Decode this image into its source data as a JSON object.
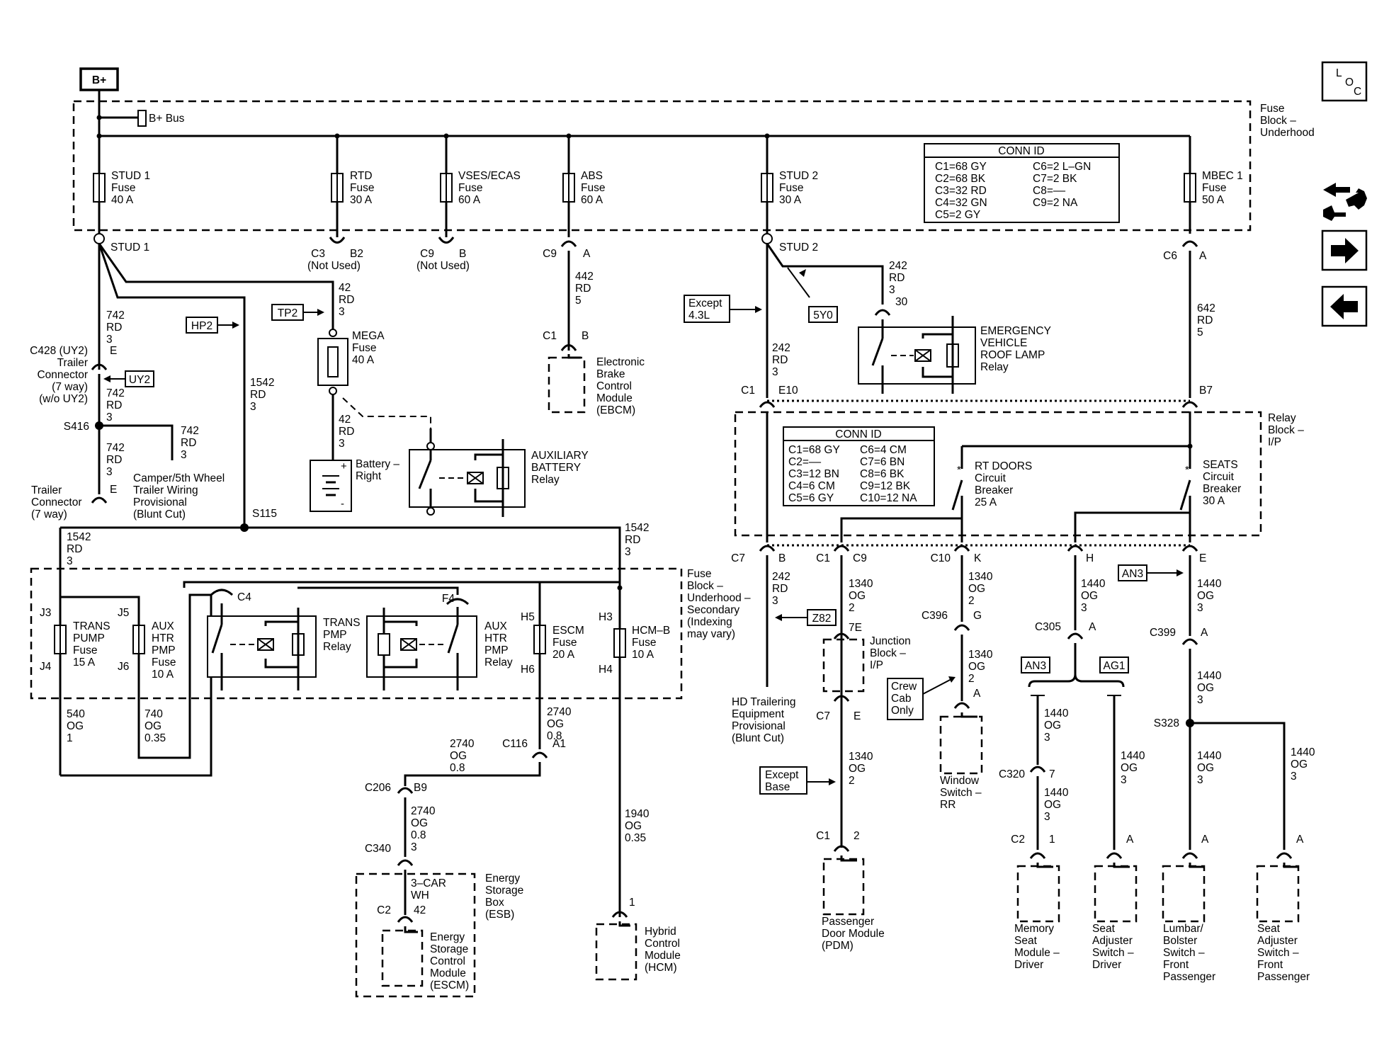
{
  "power": {
    "b_plus": "B+",
    "b_plus_bus": "B+ Bus",
    "fuse_block_underhood": [
      "Fuse",
      "Block –",
      "Underhood"
    ]
  },
  "fuses": {
    "stud1": [
      "STUD 1",
      "Fuse",
      "40 A"
    ],
    "rtd": [
      "RTD",
      "Fuse",
      "30 A"
    ],
    "vses": [
      "VSES/ECAS",
      "Fuse",
      "60 A"
    ],
    "abs": [
      "ABS",
      "Fuse",
      "60 A"
    ],
    "stud2": [
      "STUD 2",
      "Fuse",
      "30 A"
    ],
    "mbec1": [
      "MBEC 1",
      "Fuse",
      "50 A"
    ],
    "mega": [
      "MEGA",
      "Fuse",
      "40 A"
    ],
    "trans_pump": [
      "TRANS",
      "PUMP",
      "Fuse",
      "15 A"
    ],
    "aux_htr": [
      "AUX",
      "HTR",
      "PMP",
      "Fuse",
      "10 A"
    ],
    "escm": [
      "ESCM",
      "Fuse",
      "20 A"
    ],
    "hcmb": [
      "HCM–B",
      "Fuse",
      "10 A"
    ]
  },
  "conn_id_underhood": {
    "title": "CONN ID",
    "col1": [
      "C1=68 GY",
      "C2=68 BK",
      "C3=32 RD",
      "C4=32 GN",
      "C5=2 GY"
    ],
    "col2": [
      "C6=2 L–GN",
      "C7=2 BK",
      "C8=––",
      "C9=2 NA"
    ]
  },
  "conn_id_relay": {
    "title": "CONN ID",
    "col1": [
      "C1=68 GY",
      "C2=––",
      "C3=12 BN",
      "C4=6 CM",
      "C5=6 GY"
    ],
    "col2": [
      "C6=4 CM",
      "C7=6 BN",
      "C8=6 BK",
      "C9=12 BK",
      "C10=12 NA"
    ]
  },
  "splices": {
    "stud1": "STUD 1",
    "stud2": "STUD 2",
    "s416": "S416",
    "s115": "S115",
    "s328": "S328"
  },
  "connectors": {
    "c3_rtd": [
      "C3",
      "B2",
      "(Not Used)"
    ],
    "c9_vses": [
      "C9",
      "B",
      "(Not Used)"
    ],
    "c9_abs": [
      "C9",
      "A"
    ],
    "c1_ebcm": [
      "C1",
      "B"
    ],
    "c6_mbec": [
      "C6",
      "A"
    ],
    "c428": [
      "C428 (UY2)",
      "Trailer",
      "Connector",
      "(7 way)",
      "(w/o UY2)"
    ],
    "c428_pin": "E",
    "trailer_7way": [
      "Trailer",
      "Connector",
      "(7 way)"
    ],
    "trailer_pin": "E",
    "j3": "J3",
    "j4": "J4",
    "j5": "J5",
    "j6": "J6",
    "c4": "C4",
    "f4": "F4",
    "h5": "H5",
    "h6": "H6",
    "h3": "H3",
    "h4": "H4",
    "c116": [
      "C116",
      "A1"
    ],
    "c206": [
      "C206",
      "B9"
    ],
    "c340": [
      "C340",
      "3"
    ],
    "c2_escm": [
      "C2",
      "42"
    ],
    "hcm_pin": "1",
    "c1_e10": [
      "C1",
      "E10"
    ],
    "b7": "B7",
    "c7_b": [
      "C7",
      "B"
    ],
    "c1_c9": [
      "C1",
      "C9"
    ],
    "c10_k": [
      "C10",
      "K"
    ],
    "h_an3": "H",
    "e_seats": "E",
    "c396": [
      "C396",
      "G"
    ],
    "window_a": "A",
    "jb_7e": "7E",
    "c7_e": [
      "C7",
      "E"
    ],
    "c1_pdm": [
      "C1",
      "2"
    ],
    "c305": [
      "C305",
      "A"
    ],
    "c399": [
      "C399",
      "A"
    ],
    "c320": [
      "C320",
      "7"
    ],
    "c2_mem": [
      "C2",
      "1"
    ],
    "seat_drv_a": "A",
    "lumbar_a": "A",
    "seat_pass_a": "A",
    "relay30": "30"
  },
  "wires": {
    "w442": [
      "442",
      "RD",
      "5"
    ],
    "w742a": [
      "742",
      "RD",
      "3"
    ],
    "w742b": [
      "742",
      "RD",
      "3"
    ],
    "w742c": [
      "742",
      "RD",
      "3"
    ],
    "w742d": [
      "742",
      "RD",
      "3"
    ],
    "w42a": [
      "42",
      "RD",
      "3"
    ],
    "w42b": [
      "42",
      "RD",
      "3"
    ],
    "w1542a": [
      "1542",
      "RD",
      "3"
    ],
    "w1542b": [
      "1542",
      "RD",
      "3"
    ],
    "w1542c": [
      "1542",
      "RD",
      "3"
    ],
    "w540": [
      "540",
      "OG",
      "1"
    ],
    "w740": [
      "740",
      "OG",
      "0.35"
    ],
    "w2740a": [
      "2740",
      "OG",
      "0.8"
    ],
    "w2740b": [
      "2740",
      "OG",
      "0.8"
    ],
    "w2740c": [
      "2740",
      "OG",
      "0.8",
      "3"
    ],
    "w3car": [
      "3–CAR",
      "WH"
    ],
    "w1940": [
      "1940",
      "OG",
      "0.35"
    ],
    "w242a": [
      "242",
      "RD",
      "3",
      "30"
    ],
    "w242b": [
      "242",
      "RD",
      "3"
    ],
    "w242c": [
      "242",
      "RD",
      "3"
    ],
    "w642": [
      "642",
      "RD",
      "5"
    ],
    "w1340a": [
      "1340",
      "OG",
      "2"
    ],
    "w1340b": [
      "1340",
      "OG",
      "2"
    ],
    "w1340c": [
      "1340",
      "OG",
      "2"
    ],
    "w1340d": [
      "1340",
      "OG",
      "2"
    ],
    "w1440a": [
      "1440",
      "OG",
      "3"
    ],
    "w1440b": [
      "1440",
      "OG",
      "3"
    ],
    "w1440c": [
      "1440",
      "OG",
      "3"
    ],
    "w1440d": [
      "1440",
      "OG",
      "3"
    ],
    "w1440e": [
      "1440",
      "OG",
      "3"
    ],
    "w1440f": [
      "1440",
      "OG",
      "3"
    ],
    "w1440g": [
      "1440",
      "OG",
      "3"
    ],
    "w1440h": [
      "1440",
      "OG",
      "3"
    ]
  },
  "refs": {
    "uy2": "UY2",
    "hp2": "HP2",
    "tp2": "TP2",
    "y50": "5Y0",
    "except43": [
      "Except",
      "4.3L"
    ],
    "z82": "Z82",
    "an3a": "AN3",
    "an3b": "AN3",
    "ag1": "AG1",
    "crew_cab": [
      "Crew",
      "Cab",
      "Only"
    ],
    "except_base": [
      "Except",
      "Base"
    ]
  },
  "components": {
    "ebcm": [
      "Electronic",
      "Brake",
      "Control",
      "Module",
      "(EBCM)"
    ],
    "camper": [
      "Camper/5th Wheel",
      "Trailer Wiring",
      "Provisional",
      "(Blunt Cut)"
    ],
    "battery_right": [
      "Battery –",
      "Right"
    ],
    "aux_battery_relay": [
      "AUXILIARY",
      "BATTERY",
      "Relay"
    ],
    "emergency_relay": [
      "EMERGENCY",
      "VEHICLE",
      "ROOF LAMP",
      "Relay"
    ],
    "fuse_block_secondary": [
      "Fuse",
      "Block –",
      "Underhood –",
      "Secondary",
      "(Indexing",
      "may vary)"
    ],
    "trans_pmp_relay": [
      "TRANS",
      "PMP",
      "Relay"
    ],
    "aux_htr_pmp_relay": [
      "AUX",
      "HTR",
      "PMP",
      "Relay"
    ],
    "esb": [
      "Energy",
      "Storage",
      "Box",
      "(ESB)"
    ],
    "escm_module": [
      "Energy",
      "Storage",
      "Control",
      "Module",
      "(ESCM)"
    ],
    "hcm_module": [
      "Hybrid",
      "Control",
      "Module",
      "(HCM)"
    ],
    "relay_block": [
      "Relay",
      "Block –",
      "I/P"
    ],
    "rt_doors": [
      "RT DOORS",
      "Circuit",
      "Breaker",
      "25 A"
    ],
    "seats": [
      "SEATS",
      "Circuit",
      "Breaker",
      "30 A"
    ],
    "hd_trailering": [
      "HD Trailering",
      "Equipment",
      "Provisional",
      "(Blunt Cut)"
    ],
    "junction_block": [
      "Junction",
      "Block –",
      "I/P"
    ],
    "window_switch": [
      "Window",
      "Switch –",
      "RR"
    ],
    "pdm": [
      "Passenger",
      "Door Module",
      "(PDM)"
    ],
    "memory_seat": [
      "Memory",
      "Seat",
      "Module –",
      "Driver"
    ],
    "seat_adj_driver": [
      "Seat",
      "Adjuster",
      "Switch –",
      "Driver"
    ],
    "lumbar": [
      "Lumbar/",
      "Bolster",
      "Switch –",
      "Front",
      "Passenger"
    ],
    "seat_adj_pass": [
      "Seat",
      "Adjuster",
      "Switch –",
      "Front",
      "Passenger"
    ]
  },
  "nav": {
    "loc_letters": [
      "L",
      "O",
      "C"
    ],
    "icons": [
      "connector-view-icon",
      "next-page-arrow-icon",
      "previous-page-arrow-icon"
    ]
  }
}
